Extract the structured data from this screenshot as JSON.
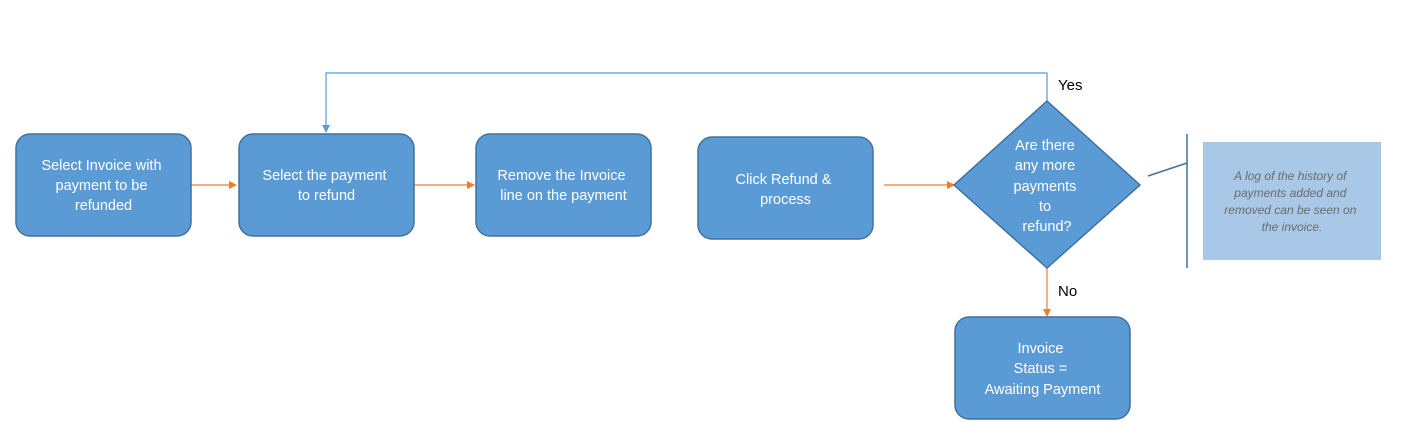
{
  "colors": {
    "node_fill": "#5b9bd5",
    "node_stroke": "#41719c",
    "node_text": "#ffffff",
    "arrow_orange": "#ed7d31",
    "arrow_blue": "#5b9bd5",
    "note_fill": "#a9c8e8",
    "note_text": "#6b6b6b",
    "bracket": "#41719c"
  },
  "nodes": {
    "select_invoice": {
      "lines": [
        "Select Invoice with",
        "payment to be",
        "refunded"
      ]
    },
    "select_payment": {
      "lines": [
        "Select the payment",
        "to refund"
      ]
    },
    "remove_line": {
      "lines": [
        "Remove the Invoice",
        "line on the payment"
      ]
    },
    "click_refund": {
      "lines": [
        "Click Refund &",
        "process"
      ]
    },
    "decision": {
      "lines": [
        "Are there",
        "any more",
        "payments",
        "to",
        "refund?"
      ]
    },
    "invoice_status": {
      "lines": [
        "Invoice",
        "Status =",
        "Awaiting Payment"
      ]
    }
  },
  "edge_labels": {
    "yes": "Yes",
    "no": "No"
  },
  "note": {
    "lines": [
      "A log of the history of",
      "payments added and",
      "removed can be seen on",
      "the invoice."
    ]
  }
}
